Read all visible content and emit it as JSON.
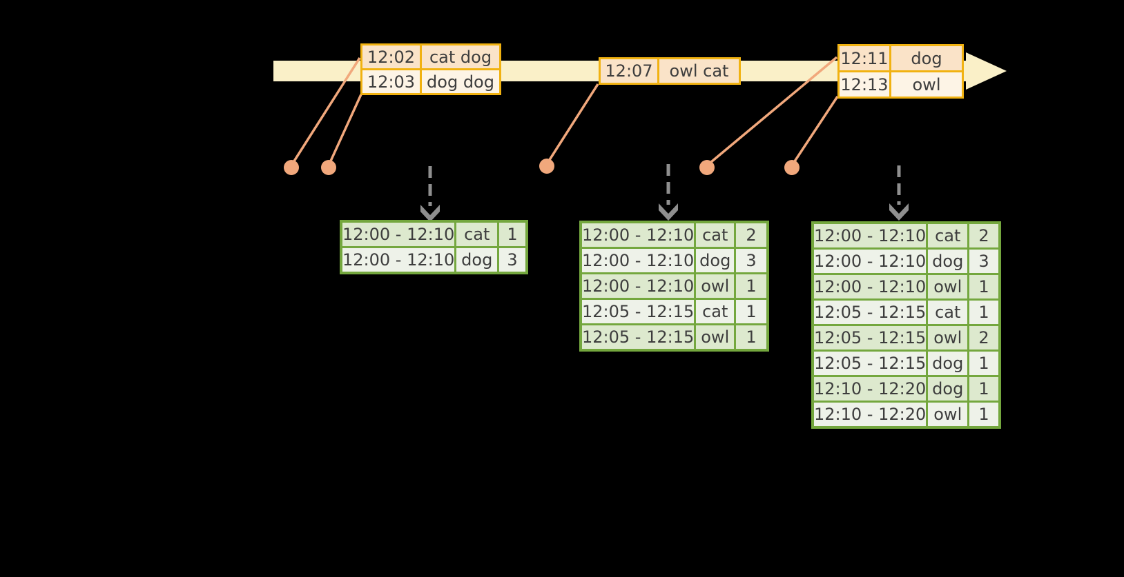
{
  "colors": {
    "background": "#000000",
    "timeline_fill": "#FAF0C8",
    "event_table_border": "#F1B211",
    "event_row_peach": "#FAE3C8",
    "event_row_cream": "#FDF4E6",
    "result_table_border": "#74A73E",
    "result_row_dark": "#DDE9CE",
    "result_row_light": "#EEF2E9",
    "connector_orange": "#F1A87C",
    "arrow_gray": "#8F8F8F",
    "text": "#3D3D3D"
  },
  "event_tables": [
    {
      "rows": [
        {
          "time": "12:02",
          "words": "cat dog"
        },
        {
          "time": "12:03",
          "words": "dog dog"
        }
      ]
    },
    {
      "rows": [
        {
          "time": "12:07",
          "words": "owl cat"
        }
      ]
    },
    {
      "rows": [
        {
          "time": "12:11",
          "words": "dog"
        },
        {
          "time": "12:13",
          "words": "owl"
        }
      ]
    }
  ],
  "result_tables": [
    {
      "rows": [
        {
          "window": "12:00 - 12:10",
          "word": "cat",
          "count": "1"
        },
        {
          "window": "12:00 - 12:10",
          "word": "dog",
          "count": "3"
        }
      ]
    },
    {
      "rows": [
        {
          "window": "12:00 - 12:10",
          "word": "cat",
          "count": "2"
        },
        {
          "window": "12:00 - 12:10",
          "word": "dog",
          "count": "3"
        },
        {
          "window": "12:00 - 12:10",
          "word": "owl",
          "count": "1"
        },
        {
          "window": "12:05 - 12:15",
          "word": "cat",
          "count": "1"
        },
        {
          "window": "12:05 - 12:15",
          "word": "owl",
          "count": "1"
        }
      ]
    },
    {
      "rows": [
        {
          "window": "12:00 - 12:10",
          "word": "cat",
          "count": "2"
        },
        {
          "window": "12:00 - 12:10",
          "word": "dog",
          "count": "3"
        },
        {
          "window": "12:00 - 12:10",
          "word": "owl",
          "count": "1"
        },
        {
          "window": "12:05 - 12:15",
          "word": "cat",
          "count": "1"
        },
        {
          "window": "12:05 - 12:15",
          "word": "owl",
          "count": "2"
        },
        {
          "window": "12:05 - 12:15",
          "word": "dog",
          "count": "1"
        },
        {
          "window": "12:10 - 12:20",
          "word": "dog",
          "count": "1"
        },
        {
          "window": "12:10 - 12:20",
          "word": "owl",
          "count": "1"
        }
      ]
    }
  ]
}
